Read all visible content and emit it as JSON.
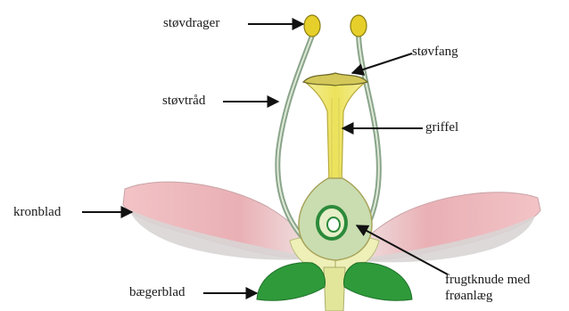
{
  "labels": {
    "stovdrager": "støvdrager",
    "stovfang": "støvfang",
    "stovtrad": "støvtråd",
    "griffel": "griffel",
    "kronblad": "kronblad",
    "frugtknude_line1": "frugtknude med",
    "frugtknude_line2": "frøanlæg",
    "baegerblad": "bægerblad"
  },
  "colors": {
    "petal_pink": "#eab8b8",
    "petal_grey": "#cfcfcf",
    "sepal_green": "#2f9a3c",
    "stamen_green": "#8aa58a",
    "anther_yellow": "#e6cf2a",
    "pistil_yellow": "#eee97a",
    "ovary_green": "#c9ddb0",
    "arrow": "#111111"
  }
}
